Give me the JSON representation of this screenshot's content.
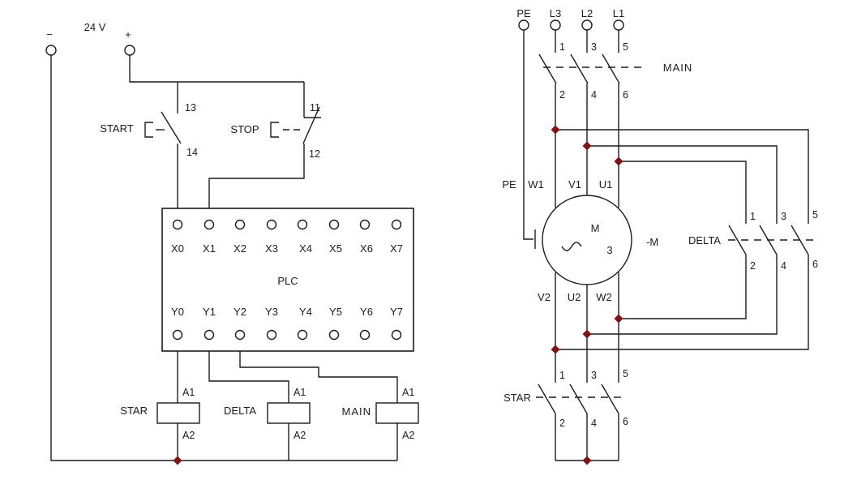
{
  "colors": {
    "line": "#1c1c1c",
    "junction_dot": "#7f1416",
    "gray_label": "#9aa0a6",
    "background": "#ffffff"
  },
  "control_circuit": {
    "supply": {
      "minus_symbol": "−",
      "voltage_label": "24 V",
      "plus_symbol": "+"
    },
    "start_button": {
      "label": "START",
      "terminal_top": "13",
      "terminal_bottom": "14"
    },
    "stop_button": {
      "label": "STOP",
      "terminal_top": "11",
      "terminal_bottom": "12"
    },
    "plc": {
      "label": "PLC",
      "inputs": [
        "X0",
        "X1",
        "X2",
        "X3",
        "X4",
        "X5",
        "X6",
        "X7"
      ],
      "outputs": [
        "Y0",
        "Y1",
        "Y2",
        "Y3",
        "Y4",
        "Y5",
        "Y6",
        "Y7"
      ]
    },
    "coils": [
      {
        "label": "STAR",
        "terminal_top": "A1",
        "terminal_bottom": "A2"
      },
      {
        "label": "DELTA",
        "terminal_top": "A1",
        "terminal_bottom": "A2"
      },
      {
        "label": "MAIN",
        "terminal_top": "A1",
        "terminal_bottom": "A2"
      }
    ]
  },
  "power_circuit": {
    "supply_terminals": [
      "PE",
      "L3",
      "L2",
      "L1"
    ],
    "main_contactor": {
      "label": "MAIN",
      "terminals_top": [
        "1",
        "3",
        "5"
      ],
      "terminals_bottom": [
        "2",
        "4",
        "6"
      ]
    },
    "motor": {
      "letter": "M",
      "phase": "3",
      "designator": "-M",
      "pe_label": "PE",
      "top_terminals": [
        "W1",
        "V1",
        "U1"
      ],
      "bottom_terminals": [
        "V2",
        "U2",
        "W2"
      ]
    },
    "delta_contactor": {
      "label": "DELTA",
      "terminals_top": [
        "1",
        "3",
        "5"
      ],
      "terminals_bottom": [
        "2",
        "4",
        "6"
      ]
    },
    "star_contactor": {
      "label": "STAR",
      "terminals_top": [
        "1",
        "3",
        "5"
      ],
      "terminals_bottom": [
        "2",
        "4",
        "6"
      ]
    }
  }
}
